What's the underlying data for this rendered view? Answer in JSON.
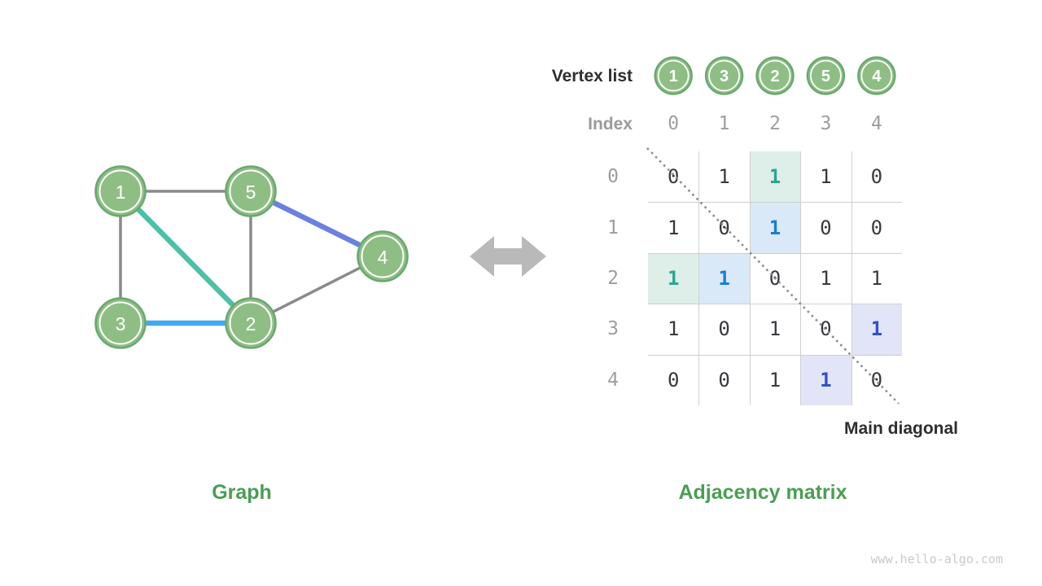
{
  "page": {
    "watermark": "www.hello-algo.com"
  },
  "graph": {
    "caption": "Graph",
    "vertices": [
      "1",
      "5",
      "4",
      "3",
      "2"
    ],
    "edges": [
      {
        "from": "1",
        "to": "5",
        "style": "gray"
      },
      {
        "from": "1",
        "to": "3",
        "style": "gray"
      },
      {
        "from": "5",
        "to": "2",
        "style": "gray"
      },
      {
        "from": "2",
        "to": "4",
        "style": "gray"
      },
      {
        "from": "1",
        "to": "2",
        "style": "teal"
      },
      {
        "from": "3",
        "to": "2",
        "style": "sky"
      },
      {
        "from": "5",
        "to": "4",
        "style": "periwinkle"
      }
    ]
  },
  "matrix": {
    "caption": "Adjacency matrix",
    "vertex_list_label": "Vertex list",
    "index_label": "Index",
    "main_diagonal_label": "Main diagonal",
    "vertex_list": [
      "1",
      "3",
      "2",
      "5",
      "4"
    ],
    "indices": [
      "0",
      "1",
      "2",
      "3",
      "4"
    ],
    "row_labels": [
      "0",
      "1",
      "2",
      "3",
      "4"
    ],
    "values": [
      [
        0,
        1,
        1,
        1,
        0
      ],
      [
        1,
        0,
        1,
        0,
        0
      ],
      [
        1,
        1,
        0,
        1,
        1
      ],
      [
        1,
        0,
        1,
        0,
        1
      ],
      [
        0,
        0,
        1,
        1,
        0
      ]
    ],
    "highlights": [
      {
        "row": 0,
        "col": 2,
        "style": "teal"
      },
      {
        "row": 2,
        "col": 0,
        "style": "teal"
      },
      {
        "row": 1,
        "col": 2,
        "style": "blue"
      },
      {
        "row": 2,
        "col": 1,
        "style": "blue"
      },
      {
        "row": 3,
        "col": 4,
        "style": "indigo"
      },
      {
        "row": 4,
        "col": 3,
        "style": "indigo"
      }
    ]
  },
  "colors": {
    "node_fill": "#8fbe85",
    "node_border": "#69a96f",
    "node_text": "#ffffff",
    "edge_styles": {
      "gray": "#8a8a8a",
      "teal": "#4cc0a9",
      "sky": "#45a9f0",
      "periwinkle": "#6b80e2"
    },
    "cell_styles": {
      "teal": {
        "bg": "#deeee9",
        "text": "#2aa792"
      },
      "blue": {
        "bg": "#d9e9f8",
        "text": "#1a7ed1"
      },
      "indigo": {
        "bg": "#e2e5f8",
        "text": "#3250c8"
      }
    },
    "title_green": "#4a9e52",
    "arrow_gray": "#b9b9b9",
    "diagonal_gray": "#8c8c8c"
  }
}
